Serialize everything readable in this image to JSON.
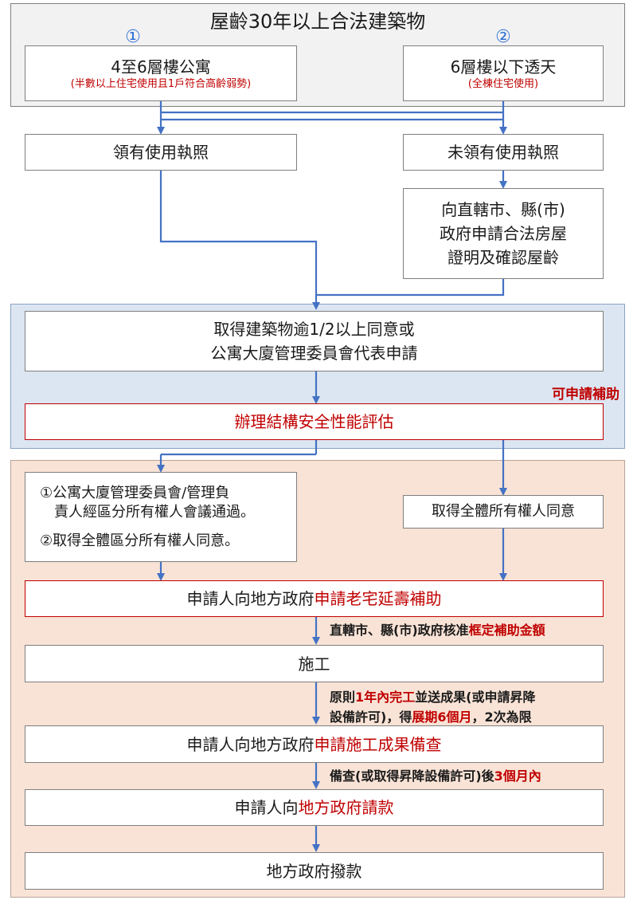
{
  "top": {
    "title": "屋齡30年以上合法建築物",
    "marker1": "①",
    "marker2": "②",
    "option1": {
      "title": "4至6層樓公寓",
      "note": "(半數以上住宅使用且1戶符合高齡弱勢)"
    },
    "option2": {
      "title": "6層樓以下透天",
      "note": "(全棟住宅使用)"
    }
  },
  "licensed": "領有使用執照",
  "unlicensed": "未領有使用執照",
  "apply_proof": [
    "向直轄市、縣(市)",
    "政府申請合法房屋",
    "證明及確認屋齡"
  ],
  "consent": [
    "取得建築物逾1/2以上同意或",
    "公寓大廈管理委員會代表申請"
  ],
  "subsidy_tag": "可申請補助",
  "assessment": "辦理結構安全性能評估",
  "apartment_conditions": {
    "item1_line1": "①公寓大廈管理委員會/管理負",
    "item1_line2": "責人經區分所有權人會議通過。",
    "item2": "②取得全體區分所有權人同意。"
  },
  "all_owner_consent": "取得全體所有權人同意",
  "apply_subsidy": {
    "prefix": "申請人向地方政府",
    "highlight": "申請老宅延壽補助"
  },
  "note_approval": {
    "prefix": "直轄市、縣(市)政府核准",
    "highlight": "框定補助金額"
  },
  "construction": "施工",
  "note_completion": {
    "p1": "原則",
    "h1": "1年內完工",
    "p2": "並送成果(或申請昇降",
    "p3": "設備許可)，得",
    "h2": "展期6個月",
    "p4": "，2次為限"
  },
  "apply_inspection": {
    "prefix": "申請人向地方政府",
    "highlight": "申請施工成果備查"
  },
  "note_inspection": {
    "prefix": "備查(或取得昇降設備許可)後",
    "highlight": "3個月內"
  },
  "request_payment": {
    "prefix": "申請人向",
    "highlight": "地方政府請款"
  },
  "disbursement": "地方政府撥款",
  "colors": {
    "arrow": "#4472c4",
    "highlight_red": "#c00000"
  }
}
